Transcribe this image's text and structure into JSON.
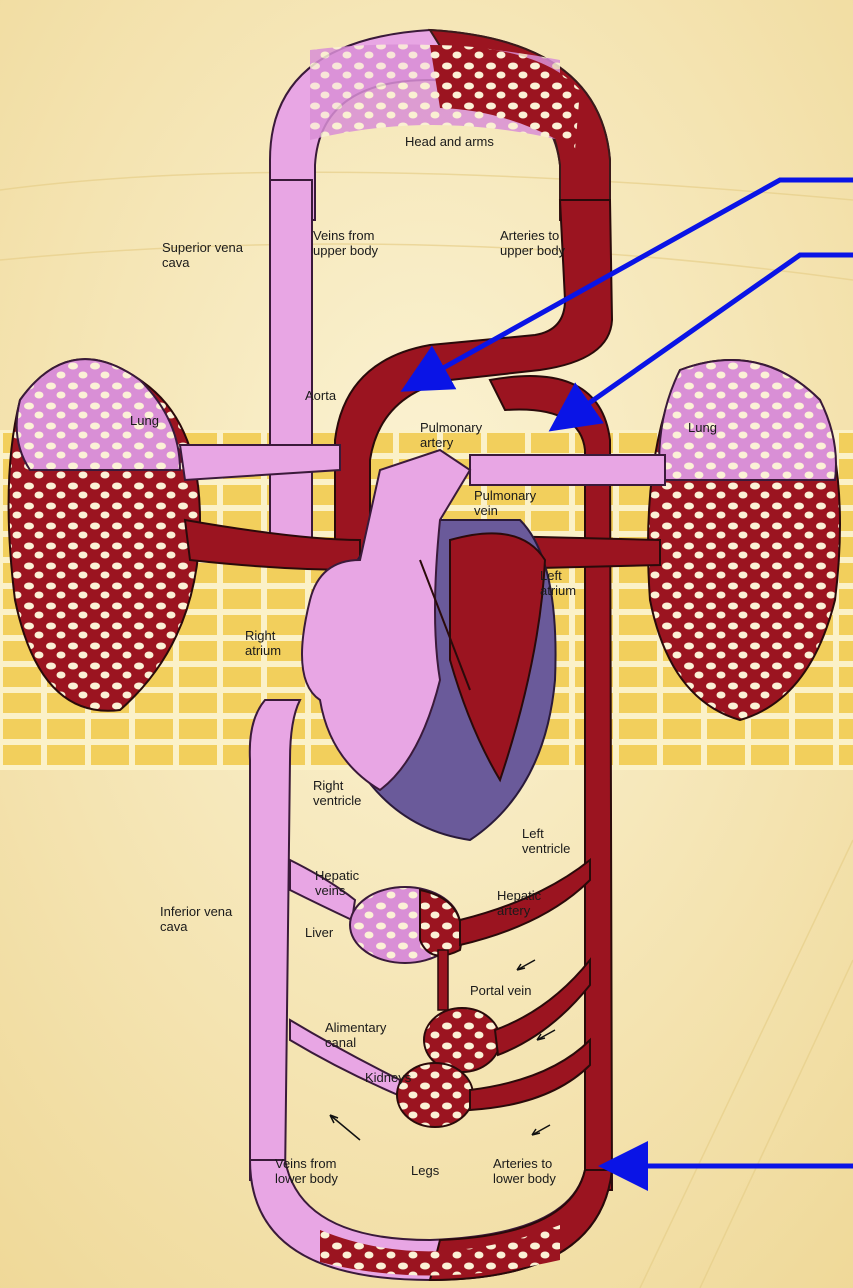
{
  "colors": {
    "oxygenated": "#9b1420",
    "deoxygenated": "#e8a6e4",
    "heart_shadow": "#6a5a9a",
    "pointer_arrow": "#0a14e6",
    "background": "#f6e6b0",
    "grid_tile": "#f2cf5c"
  },
  "labels": {
    "head_and_arms": "Head and arms",
    "veins_upper": "Veins from upper body",
    "arteries_upper": "Arteries to upper body",
    "superior_vena_cava": "Superior vena cava",
    "aorta": "Aorta",
    "lung_left": "Lung",
    "lung_right": "Lung",
    "pulmonary_artery": "Pulmonary artery",
    "pulmonary_vein": "Pulmonary vein",
    "left_atrium": "Left atrium",
    "right_atrium": "Right atrium",
    "right_ventricle": "Right ventricle",
    "left_ventricle": "Left ventricle",
    "hepatic_veins": "Hepatic veins",
    "hepatic_artery": "Hepatic artery",
    "inferior_vena_cava": "Inferior vena cava",
    "liver": "Liver",
    "portal_vein": "Portal vein",
    "alimentary_canal": "Alimentary canal",
    "kidneys": "Kidneys",
    "veins_lower": "Veins from lower body",
    "legs": "Legs",
    "arteries_lower": "Arteries to lower body"
  }
}
